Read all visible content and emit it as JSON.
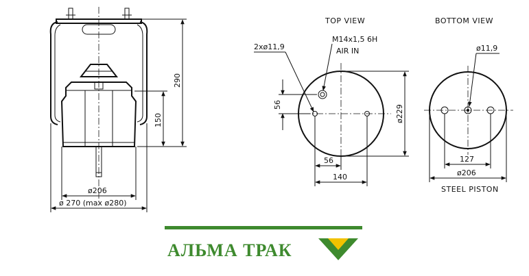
{
  "side_view": {
    "dim_height_total": "290",
    "dim_height_piston": "150",
    "dim_piston_dia": "ø206",
    "dim_bellow_dia": "ø 270 (max ø280)"
  },
  "top_view": {
    "title": "TOP VIEW",
    "hole_callout": "2xø11,9",
    "thread_callout": "M14x1,5 6H",
    "air_in": "AIR IN",
    "dim_offset": "56",
    "dim_spacing": "56",
    "dim_width": "140",
    "dim_dia": "ø229"
  },
  "bottom_view": {
    "title": "BOTTOM VIEW",
    "hole_callout": "ø11,9",
    "dim_spacing": "127",
    "dim_dia": "ø206",
    "material": "STEEL PISTON"
  },
  "brand": {
    "name": "АЛЬМА ТРАК",
    "bar_color": "#3e8a2e",
    "logo_color": "#3e8a2e",
    "logo_accent": "#f2c200"
  }
}
